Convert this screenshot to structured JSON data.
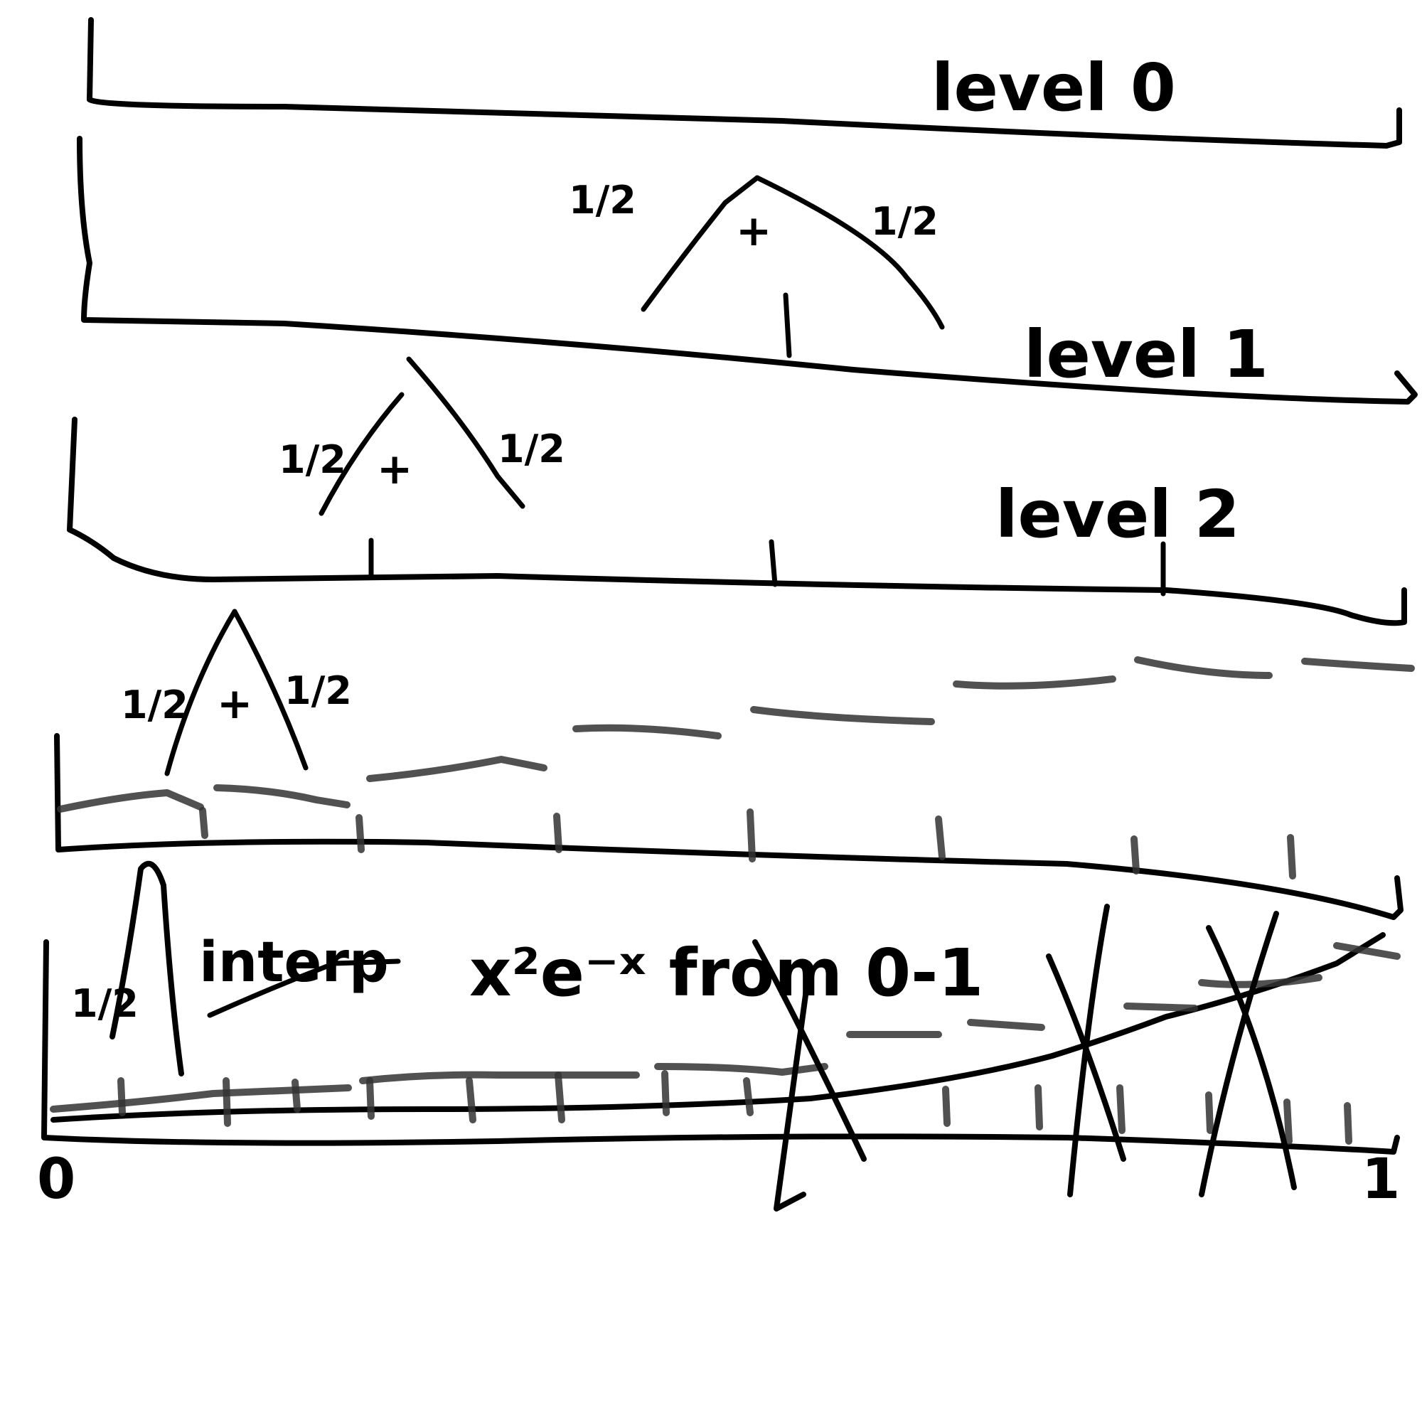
{
  "labels": {
    "level0": "level 0",
    "level1": "level 1",
    "level2": "level 2",
    "formula": "x²e⁻ˣ from 0-1",
    "interp": "interp",
    "axis_origin": "0",
    "axis_end": "1"
  },
  "branch_weights": {
    "left": "1/2",
    "right": "1/2",
    "split": "+"
  },
  "colors": {
    "ink": "#000000",
    "paper": "#ffffff"
  }
}
